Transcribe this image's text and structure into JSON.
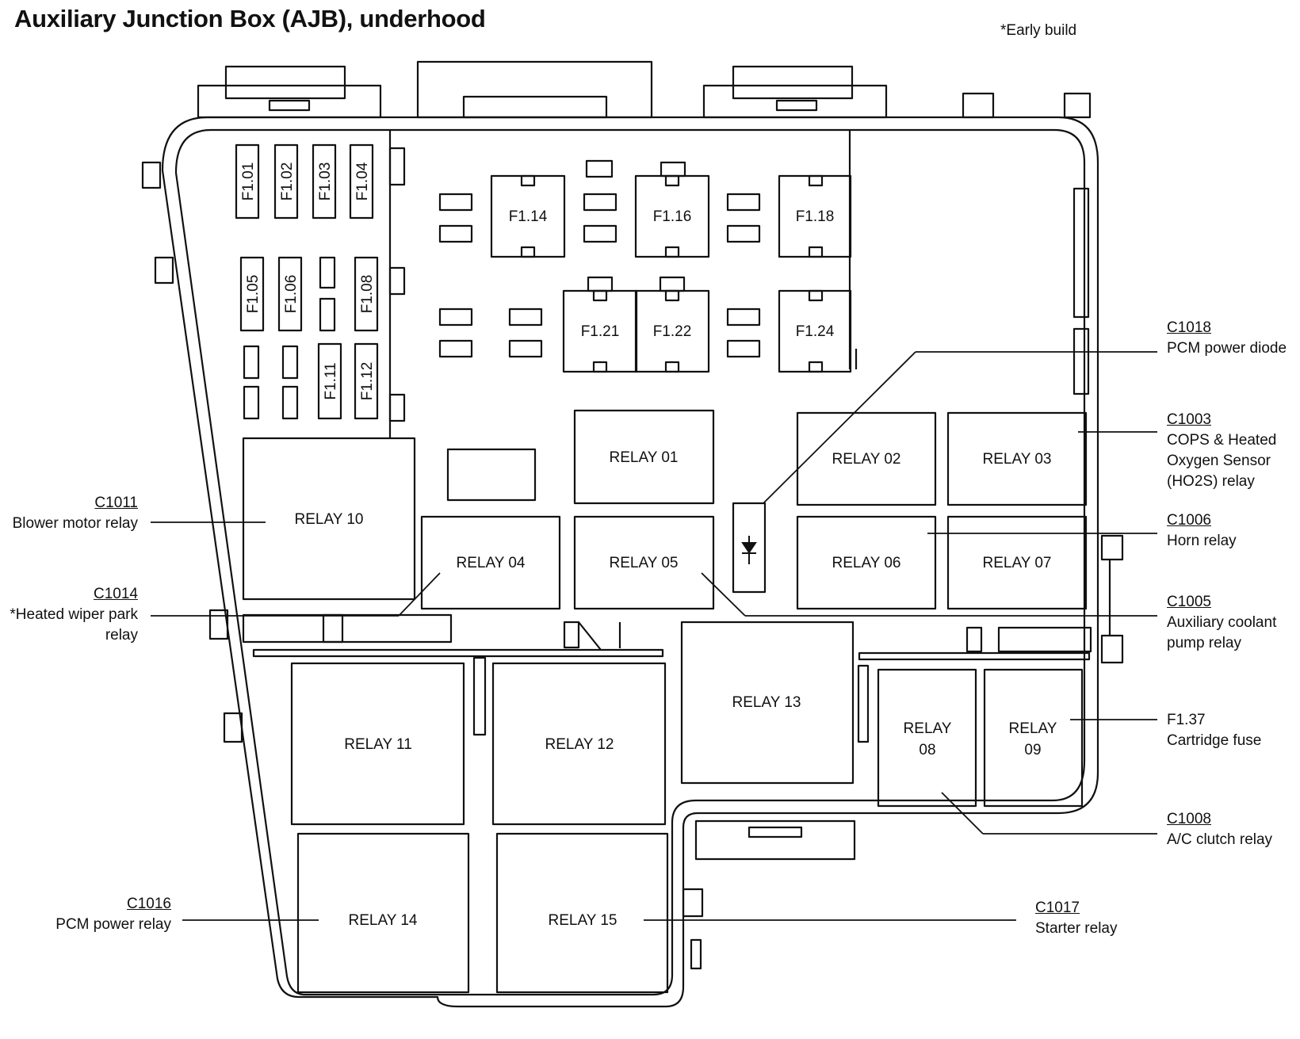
{
  "title": "Auxiliary Junction Box (AJB), underhood",
  "note": "*Early build",
  "fuses": {
    "f101": "F1.01",
    "f102": "F1.02",
    "f103": "F1.03",
    "f104": "F1.04",
    "f105": "F1.05",
    "f106": "F1.06",
    "f108": "F1.08",
    "f111": "F1.11",
    "f112": "F1.12",
    "f114": "F1.14",
    "f116": "F1.16",
    "f118": "F1.18",
    "f121": "F1.21",
    "f122": "F1.22",
    "f124": "F1.24"
  },
  "relays": {
    "r01": "RELAY 01",
    "r02": "RELAY 02",
    "r03": "RELAY 03",
    "r04": "RELAY 04",
    "r05": "RELAY 05",
    "r06": "RELAY 06",
    "r07": "RELAY 07",
    "r08a": "RELAY",
    "r08b": "08",
    "r09a": "RELAY",
    "r09b": "09",
    "r10": "RELAY 10",
    "r11": "RELAY 11",
    "r12": "RELAY 12",
    "r13": "RELAY 13",
    "r14": "RELAY 14",
    "r15": "RELAY 15"
  },
  "callouts": {
    "c1011": {
      "code": "C1011",
      "desc": "Blower motor relay"
    },
    "c1014": {
      "code": "C1014",
      "desc1": "*Heated wiper park",
      "desc2": "relay"
    },
    "c1016": {
      "code": "C1016",
      "desc": "PCM power relay"
    },
    "c1017": {
      "code": "C1017",
      "desc": "Starter relay"
    },
    "c1018": {
      "code": "C1018",
      "desc": "PCM power diode"
    },
    "c1003": {
      "code": "C1003",
      "desc1": "COPS & Heated",
      "desc2": "Oxygen Sensor",
      "desc3": "(HO2S) relay"
    },
    "c1006": {
      "code": "C1006",
      "desc": "Horn relay"
    },
    "c1005": {
      "code": "C1005",
      "desc1": "Auxiliary coolant",
      "desc2": "pump relay"
    },
    "f137": {
      "code": "F1.37",
      "desc": "Cartridge fuse"
    },
    "c1008": {
      "code": "C1008",
      "desc": "A/C clutch relay"
    }
  }
}
